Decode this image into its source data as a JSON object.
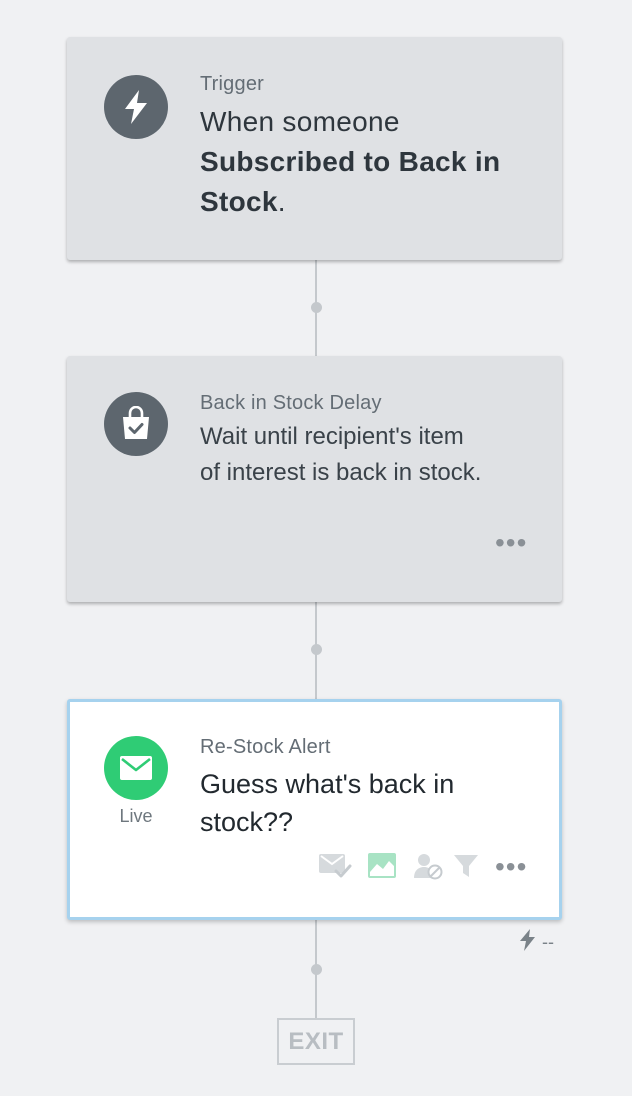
{
  "trigger": {
    "eyebrow": "Trigger",
    "prefix": "When someone",
    "bold": "Subscribed to Back in Stock",
    "suffix": ".",
    "icon": "lightning-icon"
  },
  "delay": {
    "eyebrow": "Back in Stock Delay",
    "line1": "Wait until recipient's item",
    "line2": "of interest is back in stock.",
    "icon": "shopping-bag-check-icon",
    "menu": "•••"
  },
  "email": {
    "eyebrow": "Re-Stock Alert",
    "line1": "Guess what's back in",
    "line2": "stock??",
    "status": "Live",
    "icon": "envelope-icon",
    "icon_color": "#2fcc75",
    "menu": "•••",
    "toolbar_icons": [
      "email-check-icon",
      "image-chart-icon",
      "user-block-icon",
      "filter-icon"
    ],
    "trigger_count": "--"
  },
  "exit": {
    "label": "EXIT"
  },
  "colors": {
    "background": "#f0f1f3",
    "card": "#dfe1e4",
    "live_border": "#a6d2ee",
    "icon_bg": "#5d666e"
  }
}
